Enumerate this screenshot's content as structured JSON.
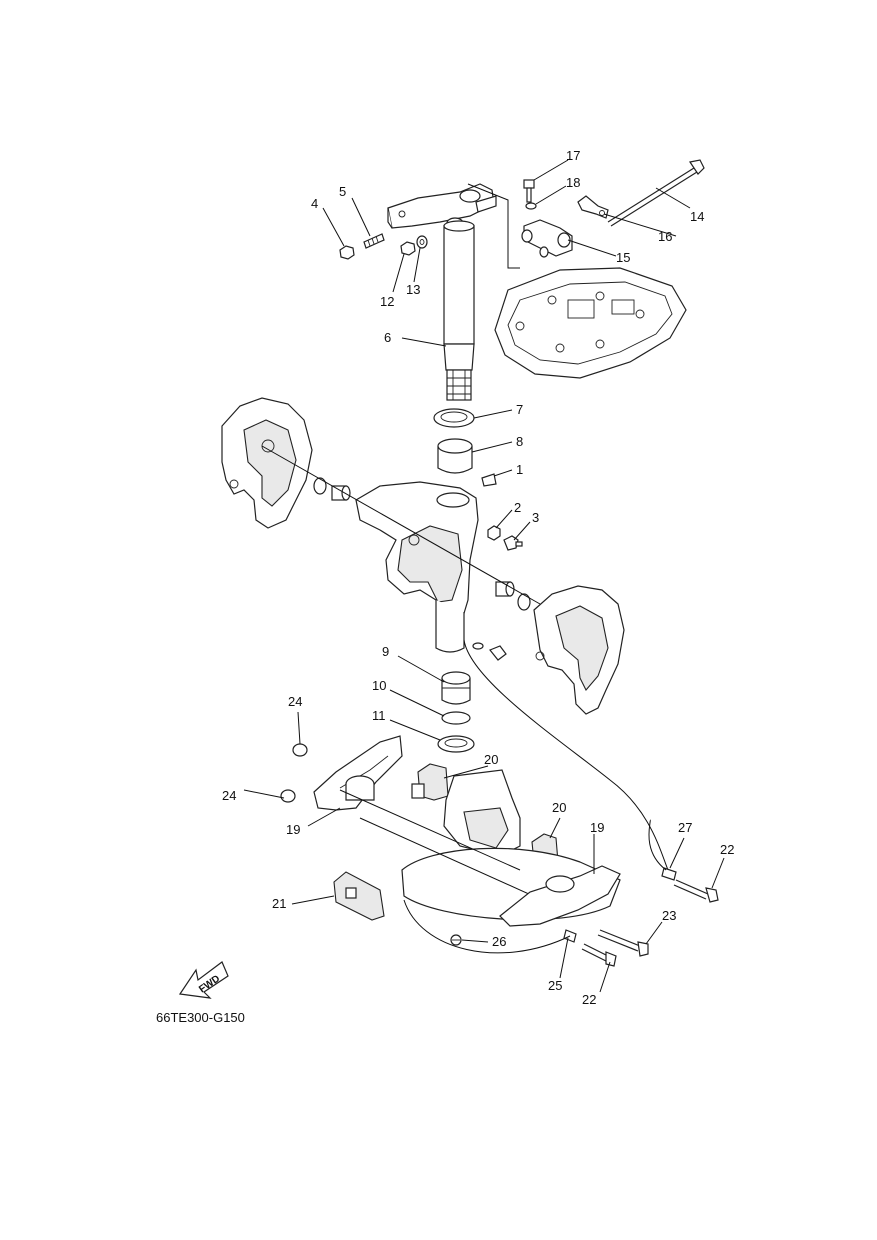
{
  "diagram_code": "66TE300-G150",
  "fwd_label": "FWD",
  "callouts": [
    "1",
    "2",
    "3",
    "4",
    "5",
    "6",
    "7",
    "8",
    "9",
    "10",
    "11",
    "12",
    "13",
    "14",
    "15",
    "16",
    "17",
    "18",
    "19",
    "19",
    "20",
    "20",
    "21",
    "22",
    "22",
    "23",
    "24",
    "24",
    "25",
    "26",
    "27"
  ]
}
